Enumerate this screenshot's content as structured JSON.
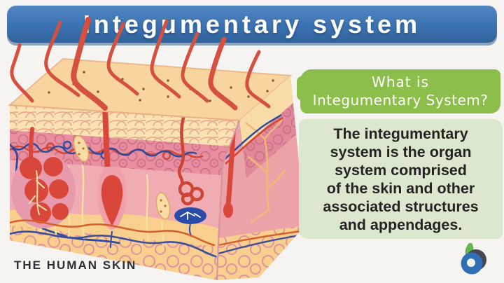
{
  "header": {
    "title": "Integumentary system",
    "background_color": "#3b72b1"
  },
  "info_panel": {
    "heading": {
      "line1": "What is",
      "line2": "Integumentary System?",
      "background_color": "#8cbe4b",
      "text_color": "#ffffff"
    },
    "body": {
      "lines": [
        "The integumentary",
        "system is the organ",
        "system comprised",
        "of the skin and other",
        "associated structures",
        "and appendages."
      ],
      "background_color": "#dce8cd",
      "text_color": "#232323"
    }
  },
  "illustration": {
    "caption": "THE HUMAN SKIN",
    "depicted_parts": [
      "hair-shafts",
      "skin-surface-pores",
      "epidermis",
      "papillary-dermis-cells",
      "dermis",
      "sebaceous-gland",
      "hair-follicle-bulb",
      "sweat-gland-coil",
      "pacinian-corpuscle",
      "sensory-receptor",
      "blood-vessels",
      "nerves",
      "hypodermis-fat-cells"
    ],
    "colors": {
      "skin_surface": "#f8d59e",
      "epidermis": "#fae2b4",
      "papillary_dermis": "#e78fa0",
      "dermis": "#efacb2",
      "hypodermis": "#f8cf8c",
      "hair": "#d5503e",
      "gland_red": "#d8473a",
      "vessel_blue": "#2b4aa0",
      "vessel_red": "#d2452f",
      "nerve_pale": "#f6dfa2"
    }
  },
  "logo": {
    "name": "biology-online-logo",
    "colors": {
      "blue": "#2f6fb5",
      "dark": "#47474f",
      "leaf": "#63b94e"
    }
  }
}
